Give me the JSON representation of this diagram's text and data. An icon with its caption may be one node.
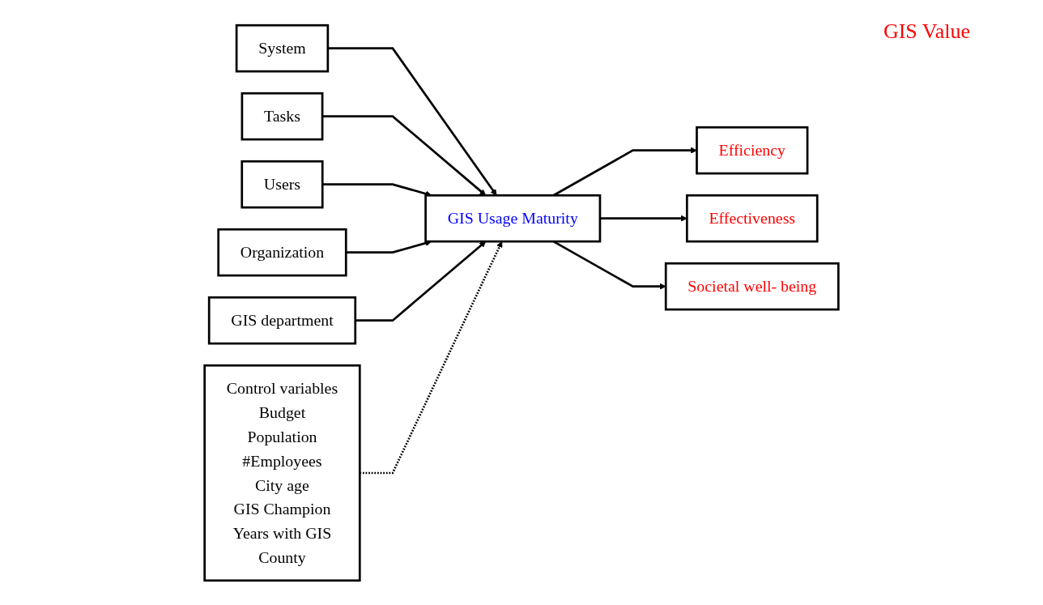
{
  "diagram": {
    "nodes": [
      {
        "text": [
          "System"
        ]
      },
      {
        "text": [
          "Tasks"
        ]
      },
      {
        "text": [
          "Users"
        ]
      },
      {
        "text": [
          "Organization"
        ]
      },
      {
        "text": [
          "GIS department"
        ]
      },
      {
        "text": [
          "GIS Usage Maturity"
        ]
      },
      {
        "text": [
          "Control variables",
          "Budget",
          "Population",
          "#Employees",
          "City age",
          "GIS Champion",
          "Years with GIS",
          "County"
        ]
      },
      {
        "text": [
          "Efficiency"
        ]
      },
      {
        "text": [
          "Effectiveness"
        ]
      },
      {
        "text": [
          "Societal well- being"
        ]
      }
    ],
    "edges": [
      {
        "from": 0,
        "to": 5,
        "arrow": "to"
      },
      {
        "from": 1,
        "to": 5,
        "arrow": "to"
      },
      {
        "from": 2,
        "to": 5,
        "arrow": "to"
      },
      {
        "from": 3,
        "to": 5,
        "arrow": "to"
      },
      {
        "from": 4,
        "to": 5,
        "arrow": "to"
      },
      {
        "from": 6,
        "to": 5,
        "arrow": "to",
        "style": "dashed"
      },
      {
        "from": 5,
        "to": 7,
        "arrow": "to"
      },
      {
        "from": 5,
        "to": 8,
        "arrow": "to"
      },
      {
        "from": 5,
        "to": 9,
        "arrow": "to"
      }
    ],
    "labels": [
      "GIS Value"
    ]
  }
}
